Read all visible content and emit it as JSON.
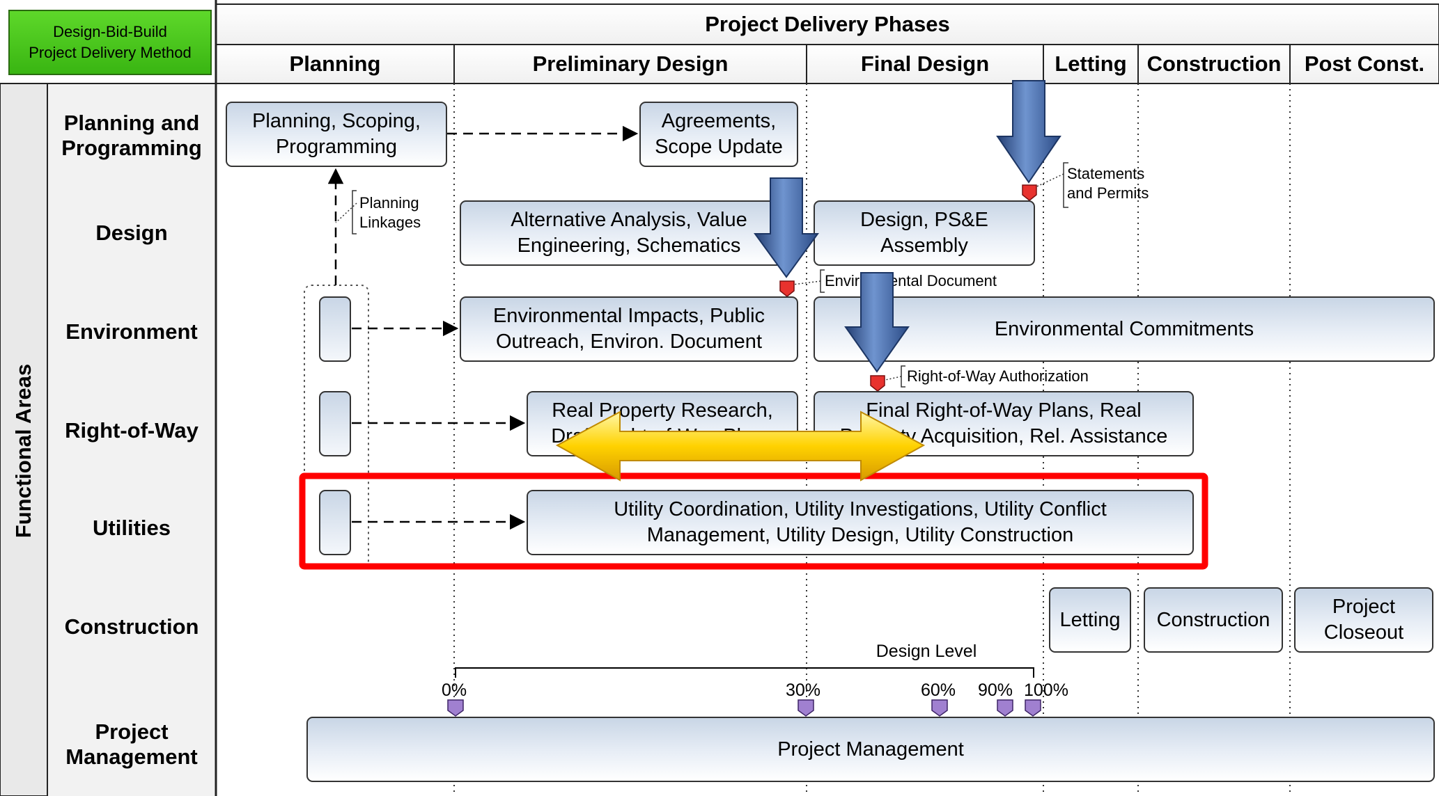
{
  "method": {
    "line1": "Design-Bid-Build",
    "line2": "Project Delivery Method"
  },
  "title": "Project Delivery Phases",
  "phases": [
    "Planning",
    "Preliminary Design",
    "Final Design",
    "Letting",
    "Construction",
    "Post Const."
  ],
  "side_label": "Functional Areas",
  "rows": [
    {
      "line1": "Planning and",
      "line2": "Programming"
    },
    {
      "line1": "Design",
      "line2": ""
    },
    {
      "line1": "Environment",
      "line2": ""
    },
    {
      "line1": "Right-of-Way",
      "line2": ""
    },
    {
      "line1": "Utilities",
      "line2": ""
    },
    {
      "line1": "Construction",
      "line2": ""
    },
    {
      "line1": "Project",
      "line2": "Management"
    }
  ],
  "tasks": {
    "planning_scoping": {
      "line1": "Planning, Scoping,",
      "line2": "Programming"
    },
    "agreements": {
      "line1": "Agreements,",
      "line2": "Scope Update"
    },
    "alternative_analysis": {
      "line1": "Alternative Analysis, Value",
      "line2": "Engineering, Schematics"
    },
    "design_pse": {
      "line1": "Design, PS&E",
      "line2": "Assembly"
    },
    "environmental_impacts": {
      "line1": "Environmental Impacts, Public",
      "line2": "Outreach, Environ. Document"
    },
    "environmental_commitments": {
      "line1": "Environmental Commitments",
      "line2": ""
    },
    "real_property": {
      "line1": "Real Property Research,",
      "line2": "Draft Right-of-Way Plans"
    },
    "final_row": {
      "line1": "Final Right-of-Way Plans, Real",
      "line2": "Property Acquisition, Rel. Assistance"
    },
    "utility": {
      "line1": "Utility Coordination, Utility Investigations, Utility Conflict",
      "line2": "Management, Utility Design, Utility Construction"
    },
    "letting": {
      "line1": "Letting",
      "line2": ""
    },
    "construction": {
      "line1": "Construction",
      "line2": ""
    },
    "closeout": {
      "line1": "Project",
      "line2": "Closeout"
    },
    "project_management": {
      "line1": "Project Management",
      "line2": ""
    }
  },
  "notes": {
    "planning_linkages": {
      "line1": "Planning",
      "line2": "Linkages"
    },
    "statements_permits": {
      "line1": "Statements",
      "line2": "and Permits"
    },
    "environmental_document": "Environmental Document",
    "row_authorization": "Right-of-Way Authorization"
  },
  "design_level": {
    "label": "Design Level",
    "milestones": [
      "0%",
      "30%",
      "60%",
      "90%",
      "100%"
    ]
  },
  "colors": {
    "method_green": "#39b512",
    "task_fill": "#dbe4ef",
    "highlight_red": "#ff0000",
    "milestone_red": "#e8322e",
    "milestone_purple": "#a080d0",
    "blue_arrow": "#3a5f9e",
    "yellow_arrow": "#f5c400"
  }
}
